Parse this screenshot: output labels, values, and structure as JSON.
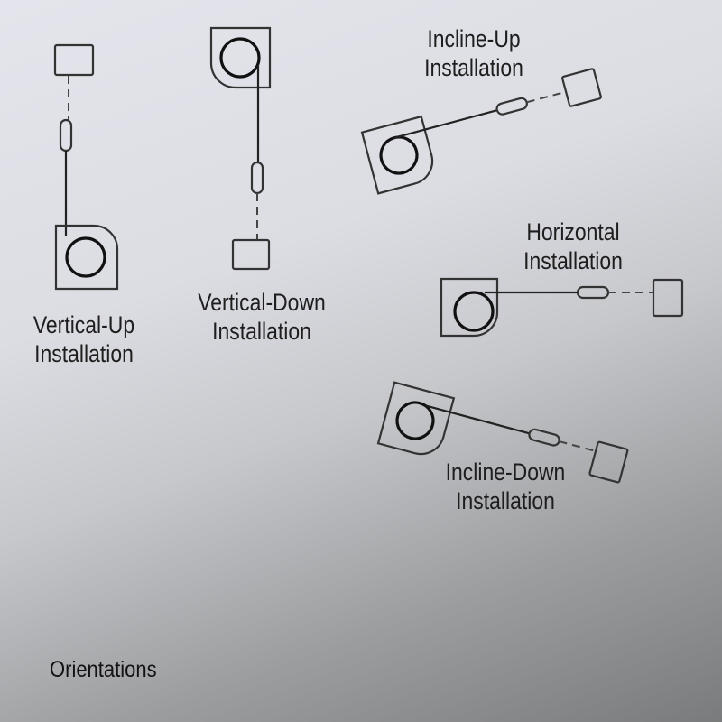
{
  "diagram": {
    "footer_label": "Orientations",
    "orientations": [
      {
        "id": "vertical-up",
        "line1": "Vertical-Up",
        "line2": "Installation"
      },
      {
        "id": "vertical-down",
        "line1": "Vertical-Down",
        "line2": "Installation"
      },
      {
        "id": "incline-up",
        "line1": "Incline-Up",
        "line2": "Installation"
      },
      {
        "id": "horizontal",
        "line1": "Horizontal",
        "line2": "Installation"
      },
      {
        "id": "incline-down",
        "line1": "Incline-Down",
        "line2": "Installation"
      }
    ]
  }
}
